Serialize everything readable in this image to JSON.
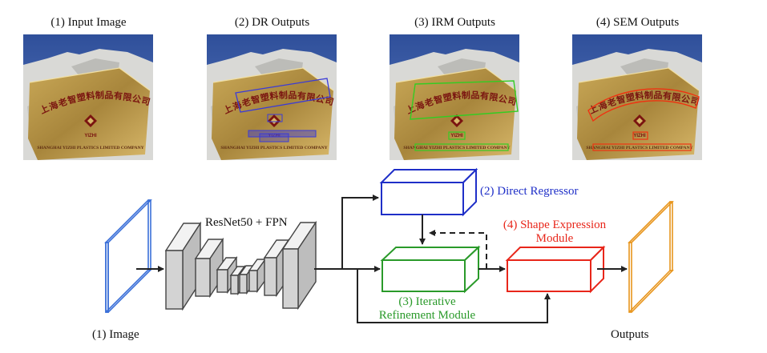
{
  "panels": [
    {
      "caption": "(1) Input Image",
      "overlay": "none",
      "color": ""
    },
    {
      "caption": "(2) DR Outputs",
      "overlay": "quad",
      "color": "#3b3bd6"
    },
    {
      "caption": "(3) IRM Outputs",
      "overlay": "quad",
      "color": "#33cc22"
    },
    {
      "caption": "(4) SEM Outputs",
      "overlay": "curve",
      "color": "#ee3311"
    }
  ],
  "sign": {
    "chinese_text": "上海老智塑料制品有限公司",
    "logo_text": "YIZHI",
    "english_text": "SHANGHAI YIZHI PLASTICS LIMITED COMPANY"
  },
  "diagram": {
    "image_label": "(1) Image",
    "backbone_label": "ResNet50 + FPN",
    "direct_regressor_label": "(2) Direct Regressor",
    "irm_label_line1": "(3) Iterative",
    "irm_label_line2": "Refinement Module",
    "sem_label_line1": "(4) Shape Expression",
    "sem_label_line2": "Module",
    "outputs_label": "Outputs",
    "colors": {
      "image": "#3a6fd8",
      "direct_regressor": "#1f2fc8",
      "irm": "#2a9a2a",
      "sem": "#e8261a",
      "outputs": "#e8951c",
      "backbone": "#444444"
    }
  }
}
